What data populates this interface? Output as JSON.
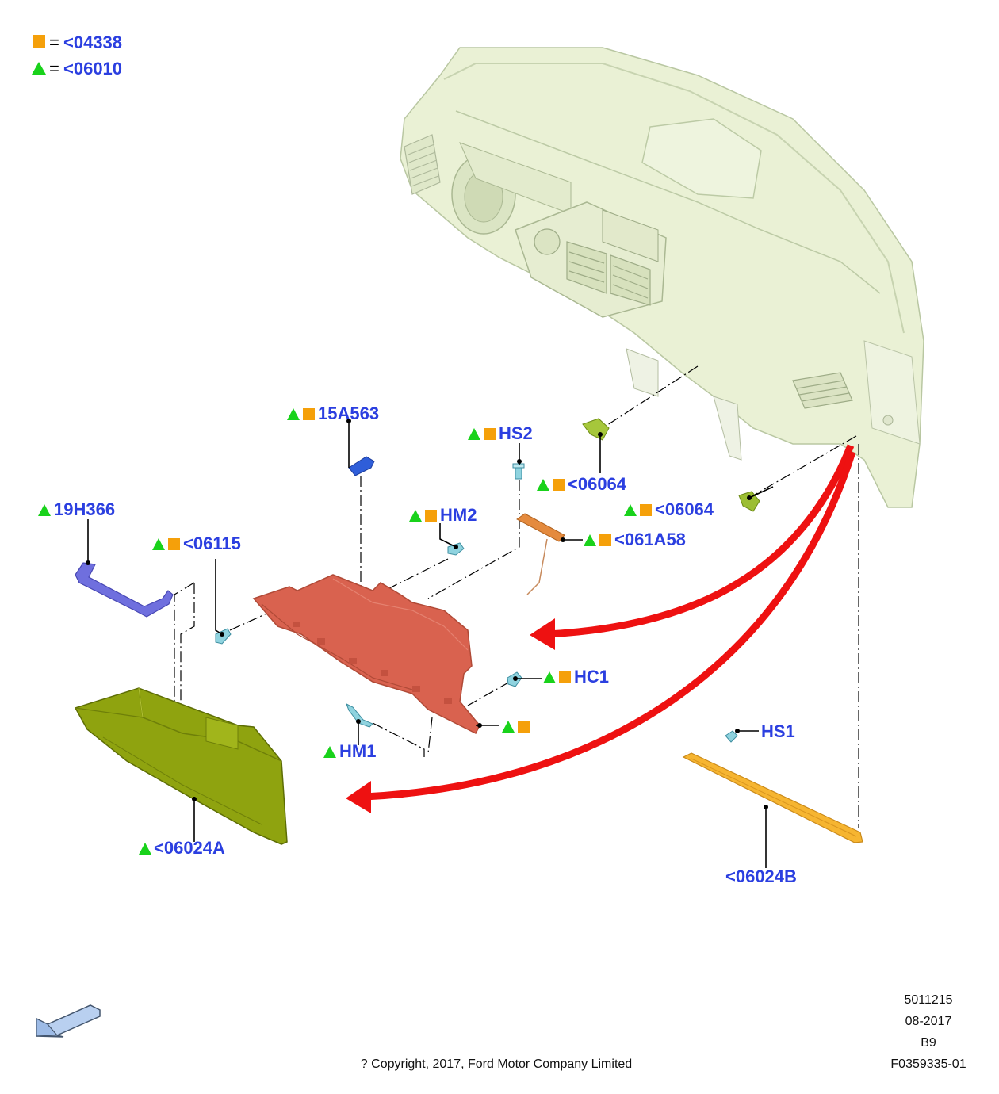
{
  "colors": {
    "label_blue": "#2b3fe0",
    "square_orange": "#f5a00a",
    "triangle_green": "#19d21b",
    "arrow_red": "#ee1111",
    "dashboard_green": "#e9f1d6",
    "glove_box_green": "#8fa30f",
    "bracket_red": "#d9624f",
    "trim_yellow": "#f6b531",
    "handle_blue": "#6f6fde"
  },
  "legend": [
    {
      "symbol": "square-orange",
      "eq": "=",
      "code": "<04338"
    },
    {
      "symbol": "triangle-green",
      "eq": "=",
      "code": "<06010"
    }
  ],
  "callouts": {
    "p15A563": "15A563",
    "hs2": "HS2",
    "c06064a": "<06064",
    "c06064b": "<06064",
    "p19H366": "19H366",
    "hm2": "HM2",
    "c06115": "<06115",
    "c061A58": "<061A58",
    "hc1": "HC1",
    "hm1": "HM1",
    "hs1": "HS1",
    "c06024A": "<06024A",
    "c06024B": "<06024B"
  },
  "footer": {
    "ref": "5011215",
    "date": "08-2017",
    "rev": "B9",
    "figure": "F0359335-01",
    "copyright": "? Copyright, 2017, Ford Motor Company Limited"
  },
  "icons": {
    "view_direction": "view-direction-arrow-icon"
  }
}
